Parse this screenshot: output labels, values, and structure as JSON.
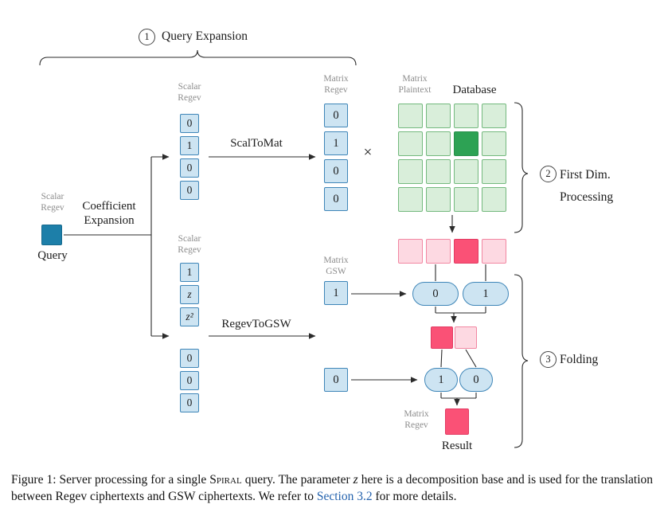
{
  "colors": {
    "blue_fill": "#cde4f2",
    "blue_border": "#3f86b8",
    "query_fill": "#1d7fa9",
    "query_border": "#176a8e",
    "green_fill": "#d9eeda",
    "green_border": "#74b97e",
    "green_dark_fill": "#2da254",
    "pink_fill": "#fdd9e2",
    "pink_border": "#f287a2",
    "pink_dark_fill": "#fa5176",
    "gray_label": "#8c8c8c",
    "line": "#2b2b2b",
    "link": "#2563ae"
  },
  "steps": {
    "one": {
      "number": "1",
      "label": "Query Expansion"
    },
    "two": {
      "number": "2",
      "label": "First Dim.\nProcessing"
    },
    "three": {
      "number": "3",
      "label": "Folding"
    }
  },
  "query": {
    "type_label": "Scalar\nRegev",
    "label": "Query"
  },
  "coefficient_expansion": "Coefficient\nExpansion",
  "operations": {
    "scal_to_mat": "ScalToMat",
    "regev_to_gsw": "RegevToGSW",
    "multiply": "×"
  },
  "scalar_top": {
    "label": "Scalar\nRegev",
    "values": [
      "0",
      "1",
      "0",
      "0"
    ]
  },
  "matrix_regev": {
    "label": "Matrix\nRegev",
    "values": [
      "0",
      "1",
      "0",
      "0"
    ]
  },
  "scalar_mid": {
    "label": "Scalar\nRegev",
    "values": [
      "1",
      "z",
      "z²"
    ]
  },
  "scalar_bottom": {
    "values": [
      "0",
      "0",
      "0"
    ]
  },
  "database": {
    "plaintext_label": "Matrix\nPlaintext",
    "label": "Database",
    "grid": {
      "rows": 4,
      "cols": 4,
      "highlighted_cell": {
        "row": 2,
        "col": 3
      }
    }
  },
  "first_dim_output": {
    "cells": 4,
    "highlighted_cell": 3
  },
  "gsw": {
    "label": "Matrix\nGSW",
    "first_value": "1",
    "second_value": "0"
  },
  "folding": {
    "pills_row1": [
      "0",
      "1"
    ],
    "pills_row2": [
      "1",
      "0"
    ],
    "result_type_label": "Matrix\nRegev",
    "result_label": "Result"
  },
  "caption": {
    "prefix": "Figure 1: Server processing for a single ",
    "smallcaps": "Spiral",
    "middle": " query. The parameter ",
    "var": "z",
    "body": " here is a decomposition base and is used for the translation between Regev ciphertexts and GSW ciphertexts. We refer to ",
    "link": "Section 3.2",
    "suffix": " for more details."
  }
}
